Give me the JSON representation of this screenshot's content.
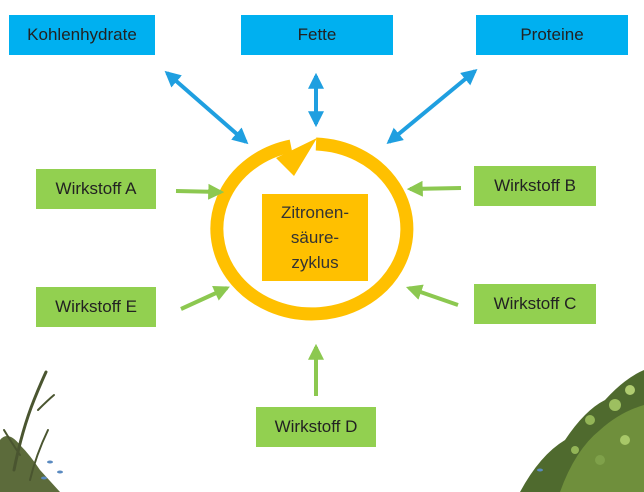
{
  "top_boxes": {
    "carbs": "Kohlenhydrate",
    "fats": "Fette",
    "proteins": "Proteine"
  },
  "substances": {
    "a": "Wirkstoff A",
    "b": "Wirkstoff B",
    "c": "Wirkstoff C",
    "d": "Wirkstoff D",
    "e": "Wirkstoff E"
  },
  "cycle": {
    "lines": [
      "Zitronen-",
      "säure-",
      "zyklus"
    ]
  },
  "colors": {
    "nutrient_box": "#00b0f0",
    "substance_box": "#92d050",
    "cycle": "#ffc000",
    "nutrient_arrow": "#1f9fe0",
    "substance_arrow": "#8cc850"
  }
}
